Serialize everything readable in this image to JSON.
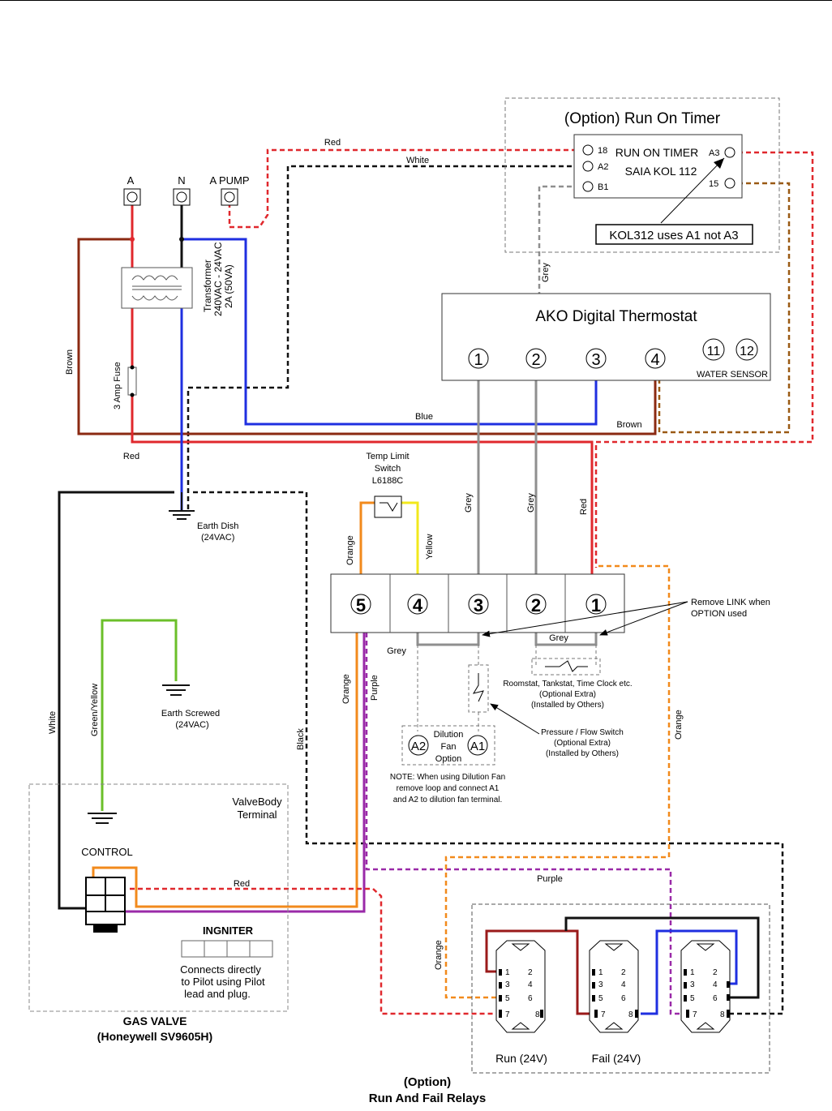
{
  "timer": {
    "title": "(Option) Run On Timer",
    "name": "RUN ON TIMER",
    "model": "SAIA KOL 112",
    "pins": [
      "18",
      "A2",
      "B1",
      "A3",
      "15"
    ],
    "note": "KOL312 uses A1 not A3"
  },
  "supply": {
    "terminals": [
      "A",
      "N",
      "A PUMP"
    ],
    "transformer": [
      "Transformer",
      "240VAC - 24VAC",
      "2A (50VA)"
    ],
    "fuse": "3 Amp Fuse"
  },
  "thermostat": {
    "title": "AKO Digital Thermostat",
    "terminals": [
      "1",
      "2",
      "3",
      "4"
    ],
    "sensor_terminals": [
      "11",
      "12"
    ],
    "sensor_label": "WATER SENSOR"
  },
  "earth_dish": [
    "Earth Dish",
    "(24VAC)"
  ],
  "earth_screwed": [
    "Earth Screwed",
    "(24VAC)"
  ],
  "temp_limit": [
    "Temp Limit",
    "Switch",
    "L6188C"
  ],
  "terminal_block": [
    "5",
    "4",
    "3",
    "2",
    "1"
  ],
  "remove_link": [
    "Remove LINK when",
    "OPTION used"
  ],
  "roomstat": [
    "Roomstat, Tankstat, Time Clock etc.",
    "(Optional Extra)",
    "(Installed by Others)"
  ],
  "pressure": [
    "Pressure / Flow Switch",
    "(Optional Extra)",
    "(Installed by Others)"
  ],
  "dilution": {
    "a2": "A2",
    "a1": "A1",
    "label": [
      "Dilution",
      "Fan",
      "Option"
    ],
    "note": [
      "NOTE: When using Dilution Fan",
      "remove loop and connect A1",
      "and A2 to dilution fan terminal."
    ]
  },
  "valve": {
    "terminal": [
      "ValveBody",
      "Terminal"
    ],
    "control": "CONTROL",
    "igniter": "INGNITER",
    "igniter_note": [
      "Connects directly",
      "to Pilot using Pilot",
      "lead and plug."
    ],
    "title": [
      "GAS VALVE",
      "(Honeywell SV9605H)"
    ]
  },
  "relays": {
    "title": [
      "(Option)",
      "Run And Fail Relays"
    ],
    "names": [
      "Run (24V)",
      "Fail (24V)"
    ],
    "pins": [
      "1",
      "2",
      "3",
      "4",
      "5",
      "6",
      "7",
      "8"
    ]
  },
  "wires": {
    "red": "Red",
    "white": "White",
    "grey": "Grey",
    "blue": "Blue",
    "brown": "Brown",
    "orange": "Orange",
    "yellow": "Yellow",
    "purple": "Purple",
    "black": "Black",
    "green_yellow": "Green/Yellow"
  },
  "colors": {
    "red": "#e0282d",
    "brown": "#8b2a12",
    "blue": "#1f2fe0",
    "grey": "#8f8f8f",
    "orange": "#f28a1c",
    "yellow": "#f2e81c",
    "purple": "#9a2aa8",
    "green": "#6bbf2a",
    "black": "#111111",
    "dark_red": "#9a1a1a",
    "dashed_brown": "#9a5a14"
  }
}
